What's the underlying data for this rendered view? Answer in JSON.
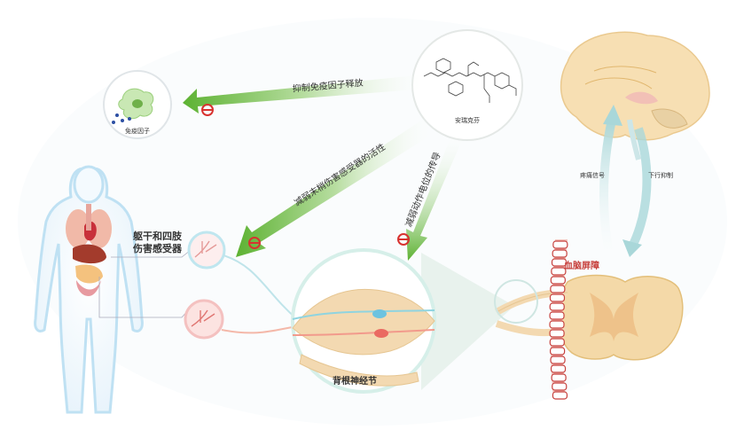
{
  "labels": {
    "immune_arrow": "抑制免疫因子释放",
    "immune_cell": "免疫因子",
    "drug_name": "安瑞克芬",
    "nociceptor_arrow": "减弱末梢伤害感受器的活性",
    "action_potential_arrow": "减弱动作电位的传导",
    "trunk_limbs_line1": "躯干和四肢",
    "trunk_limbs_line2": "伤害感受器",
    "drg": "背根神经节",
    "bbb": "血脑屏障",
    "pain_signal": "疼痛信号",
    "descending_inhibition": "下行抑制"
  },
  "colors": {
    "green_arrow": "#6bbf3a",
    "inhibit_red": "#d8322f",
    "bbb_red": "#c7423e",
    "skin": "#f3d9b1",
    "nerve_blue": "#8fd4e0"
  }
}
